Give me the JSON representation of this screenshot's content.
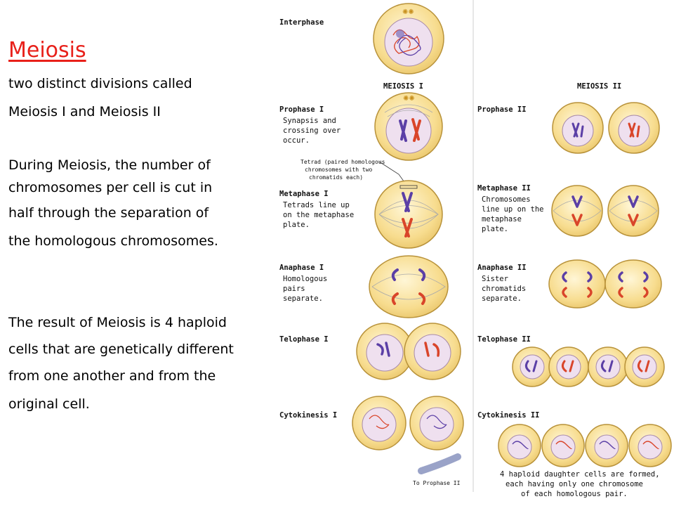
{
  "left": {
    "title": "Meiosis",
    "lines": [
      " two distinct divisions called",
      " Meiosis I and Meiosis II",
      "During Meiosis, the number of",
      "chromosomes per cell is cut in",
      "half through the separation of",
      "the homologous chromosomes.",
      "The result of Meiosis is 4 haploid",
      "cells that are genetically different",
      "from one another and from the",
      "original cell."
    ]
  },
  "diagram": {
    "interphase": "Interphase",
    "meiosis_i": "MEIOSIS I",
    "meiosis_ii": "MEIOSIS II",
    "prophase_i": {
      "label": "Prophase I",
      "desc": [
        "Synapsis and",
        "crossing over",
        "occur."
      ]
    },
    "tetrad_note": [
      "Tetrad (paired homologous",
      "chromosomes with two",
      "chromatids each)"
    ],
    "metaphase_i": {
      "label": "Metaphase I",
      "desc": [
        "Tetrads line up",
        "on the metaphase",
        "plate."
      ]
    },
    "anaphase_i": {
      "label": "Anaphase I",
      "desc": [
        "Homologous",
        "pairs",
        "separate."
      ]
    },
    "telophase_i": {
      "label": "Telophase I"
    },
    "cytokinesis_i": {
      "label": "Cytokinesis I"
    },
    "to_prophase_ii": "To Prophase II",
    "prophase_ii": {
      "label": "Prophase II"
    },
    "metaphase_ii": {
      "label": "Metaphase II",
      "desc": [
        "Chromosomes",
        "line up on the",
        "metaphase",
        "plate."
      ]
    },
    "anaphase_ii": {
      "label": "Anaphase II",
      "desc": [
        "Sister",
        "chromatids",
        "separate."
      ]
    },
    "telophase_ii": {
      "label": "Telophase II"
    },
    "cytokinesis_ii": {
      "label": "Cytokinesis II"
    },
    "final_note": [
      "4 haploid daughter cells are formed,",
      "each having only one chromosome",
      "of each homologous pair."
    ]
  },
  "colors": {
    "title": "#e8201a",
    "cell_fill": "#f7dc8e",
    "cell_edge": "#b8923a",
    "nucleus": "#efe0ef",
    "chrom_purple": "#5b3fa6",
    "chrom_red": "#d9452a",
    "divider": "#cfcfcf"
  }
}
